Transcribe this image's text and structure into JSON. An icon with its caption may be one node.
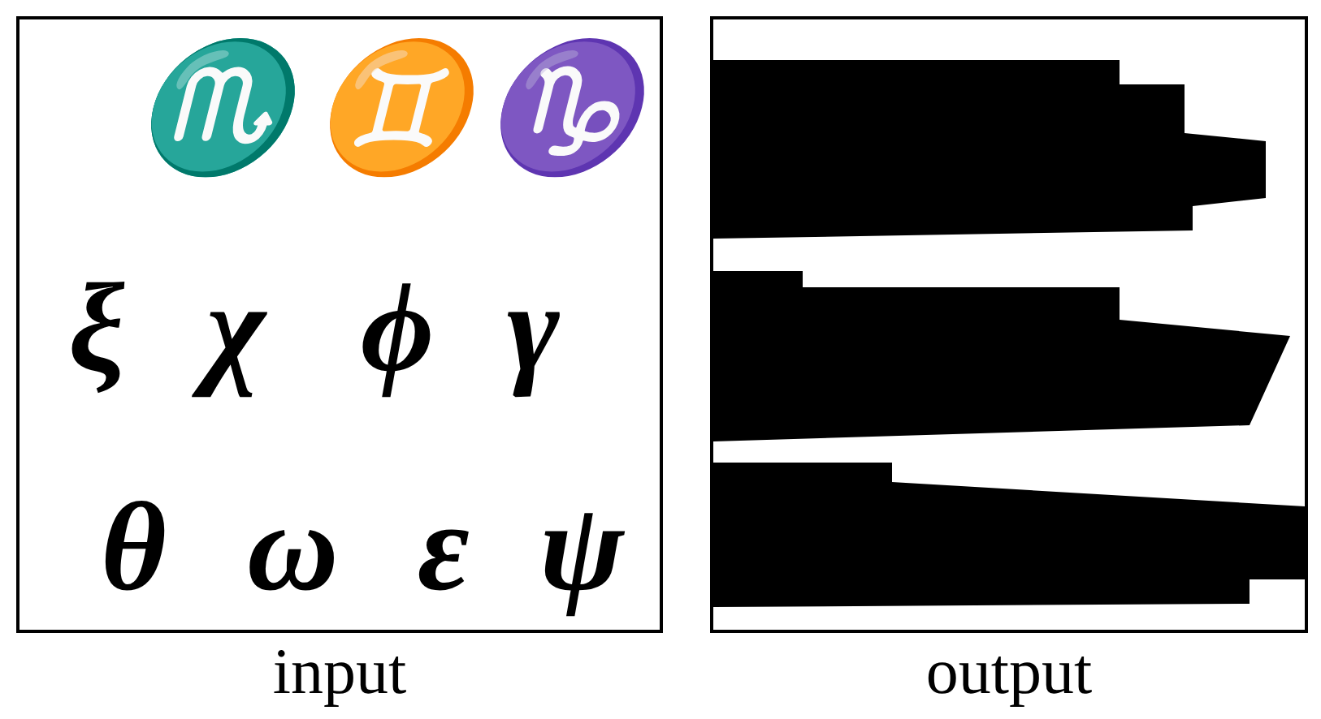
{
  "diagram": {
    "nodes": [
      {
        "text": [
          "input"
        ]
      },
      {
        "text": [
          "output"
        ]
      }
    ],
    "labels": [
      "♏",
      "♊",
      "♑",
      "ξ",
      "χ",
      "ϕ",
      "γ",
      "θ",
      "ω",
      "ε",
      "ψ"
    ]
  }
}
